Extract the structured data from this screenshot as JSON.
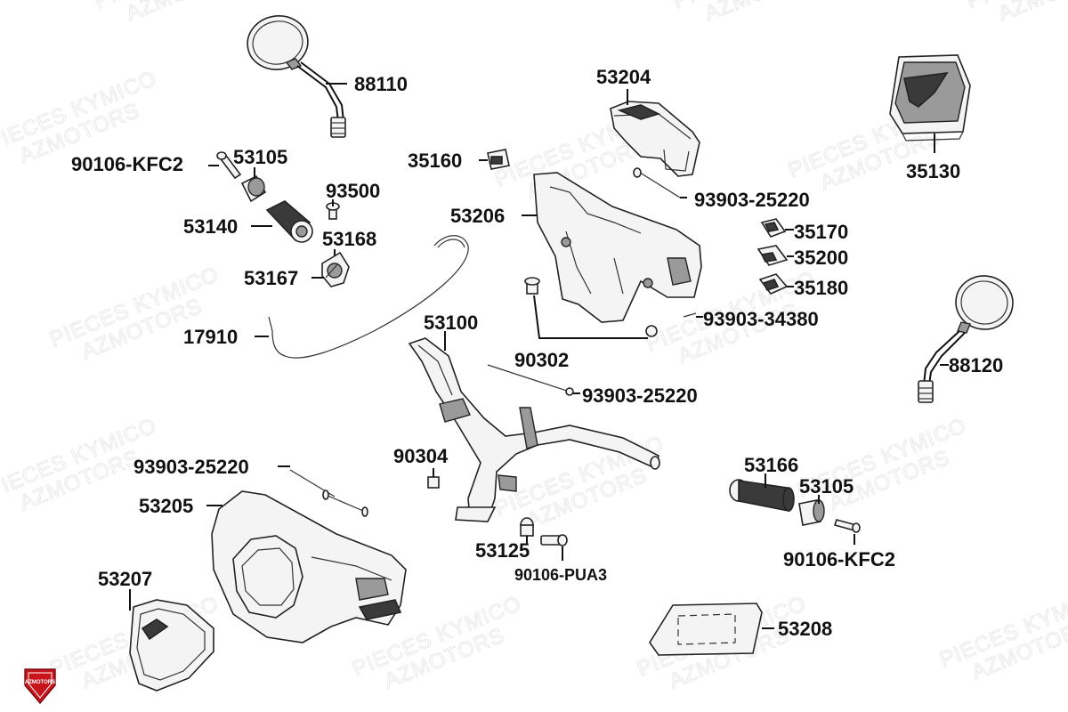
{
  "watermark": {
    "line1": "PIECES KYMICO",
    "line2": "AZMOTORS"
  },
  "logo": {
    "text": "AZMOTORS",
    "color": "#c8141b"
  },
  "labels": {
    "p88110": "88110",
    "p53204": "53204",
    "p35130": "35130",
    "p90106_kfc2_top": "90106-KFC2",
    "p53105_top": "53105",
    "p35160": "35160",
    "p93500": "93500",
    "p93903_25220_a": "93903-25220",
    "p53206": "53206",
    "p53140": "53140",
    "p53168": "53168",
    "p35170": "35170",
    "p35200": "35200",
    "p53167": "53167",
    "p35180": "35180",
    "p53100": "53100",
    "p93903_34380": "93903-34380",
    "p17910": "17910",
    "p90302": "90302",
    "p88120": "88120",
    "p93903_25220_b": "93903-25220",
    "p90304": "90304",
    "p93903_25220_c": "93903-25220",
    "p53166": "53166",
    "p53205": "53205",
    "p53105_bottom": "53105",
    "p53125": "53125",
    "p90106_pua3": "90106-PUA3",
    "p90106_kfc2_bottom": "90106-KFC2",
    "p53207": "53207",
    "p53208": "53208"
  }
}
